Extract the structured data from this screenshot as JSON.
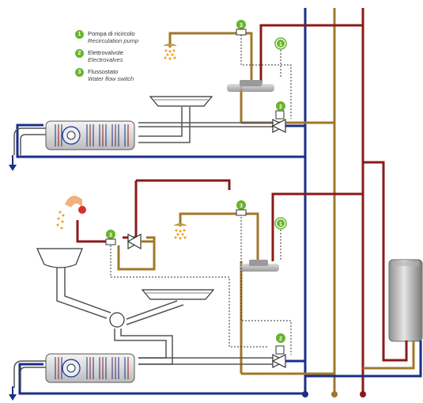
{
  "legend": {
    "items": [
      {
        "number": "1",
        "label": "Pompa di ricircolo",
        "label_en": "Recirculation pump"
      },
      {
        "number": "2",
        "label": "Elettrovalvole",
        "label_en": "Electrovalves"
      },
      {
        "number": "3",
        "label": "Flussostato",
        "label_en": "Water flow switch"
      }
    ]
  },
  "badges": {
    "pump_1": "1",
    "valve_1": "2",
    "switch_1": "3",
    "pump_2": "1",
    "valve_2": "2",
    "switch_2": "3",
    "switch_3": "3"
  },
  "colors": {
    "cold_water": "#1b2f87",
    "hot_water": "#8b1a1a",
    "recirculation": "#a0782a",
    "drain_grey": "#555555",
    "badge_green": "#69b32f",
    "control_line": "#333333"
  }
}
